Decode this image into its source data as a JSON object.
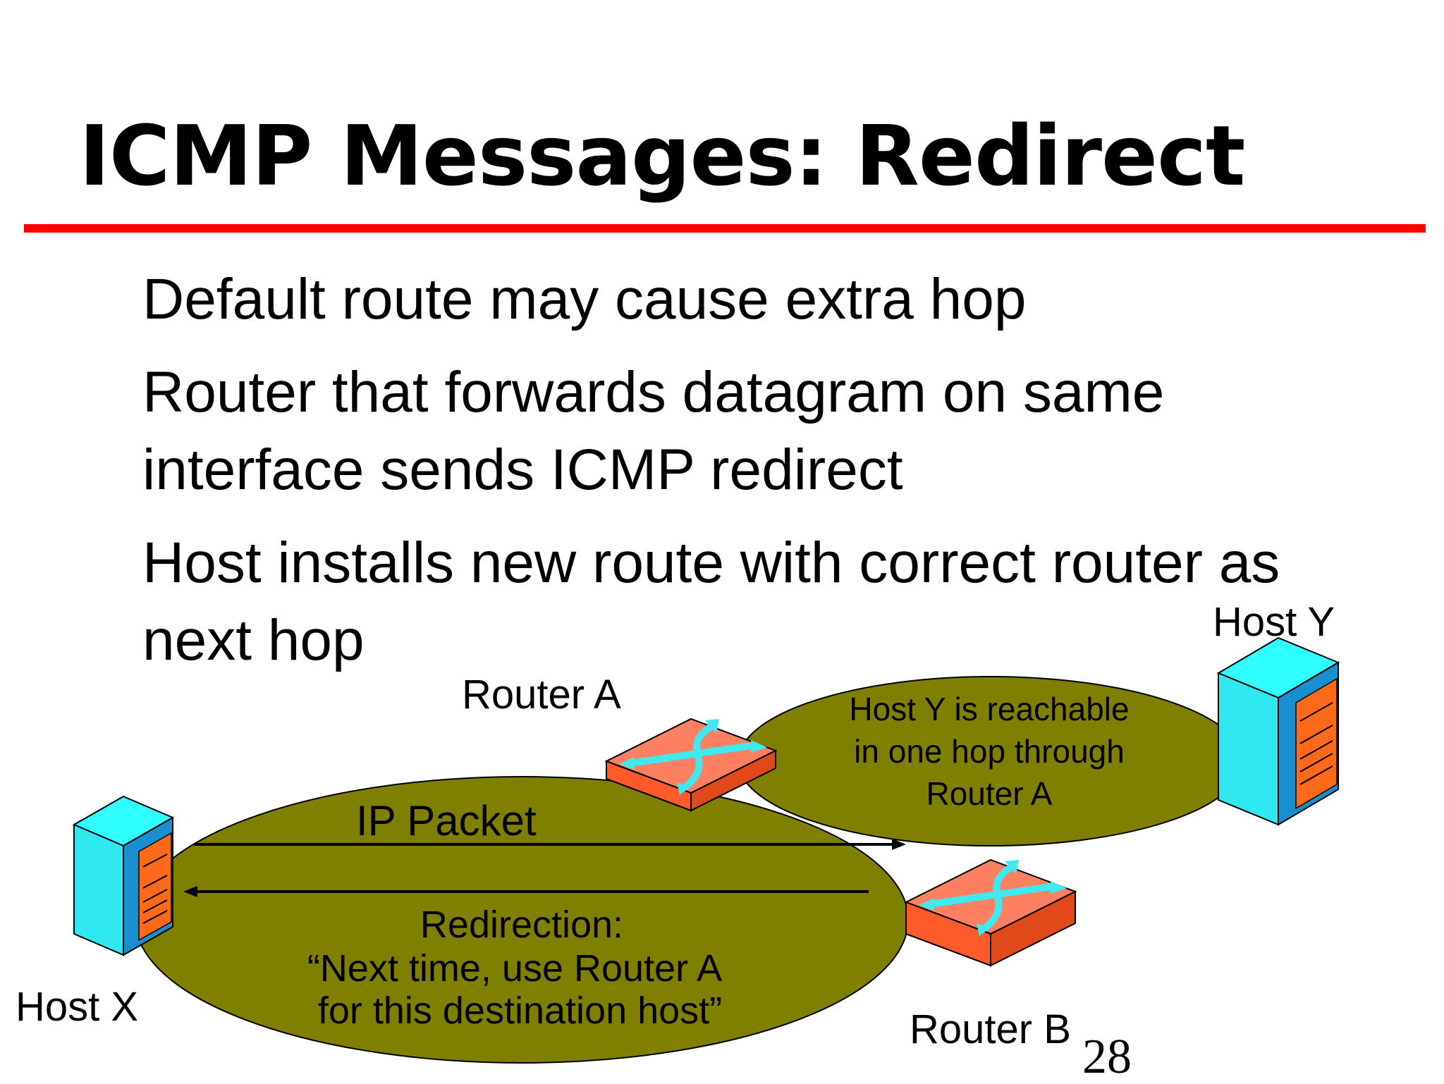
{
  "slide": {
    "title": "ICMP Messages: Redirect",
    "accent_color": "#ff0000",
    "bullets": [
      "Default route may cause extra hop",
      "Router that forwards datagram on same interface sends ICMP redirect",
      "Host installs new route with correct router as next hop"
    ],
    "page_number": "28"
  },
  "diagram": {
    "router_a_label": "Router A",
    "router_b_label": "Router B",
    "host_x_label": "Host X",
    "host_y_label": "Host Y",
    "reach_lines": [
      "Host Y is reachable",
      "in one hop through",
      "Router A"
    ],
    "packet_label": "IP Packet",
    "redirect_lines": [
      "Redirection:",
      "“Next time, use Router A",
      " for this destination host”"
    ],
    "colors": {
      "ellipse": "#808000",
      "router_top": "#ff8060",
      "router_side": "#ff5a2a",
      "host_face": "#30ffff",
      "host_side": "#1a8fd0",
      "host_panel": "#ff6a1a",
      "arrow_cyan": "#40e8f0"
    }
  }
}
